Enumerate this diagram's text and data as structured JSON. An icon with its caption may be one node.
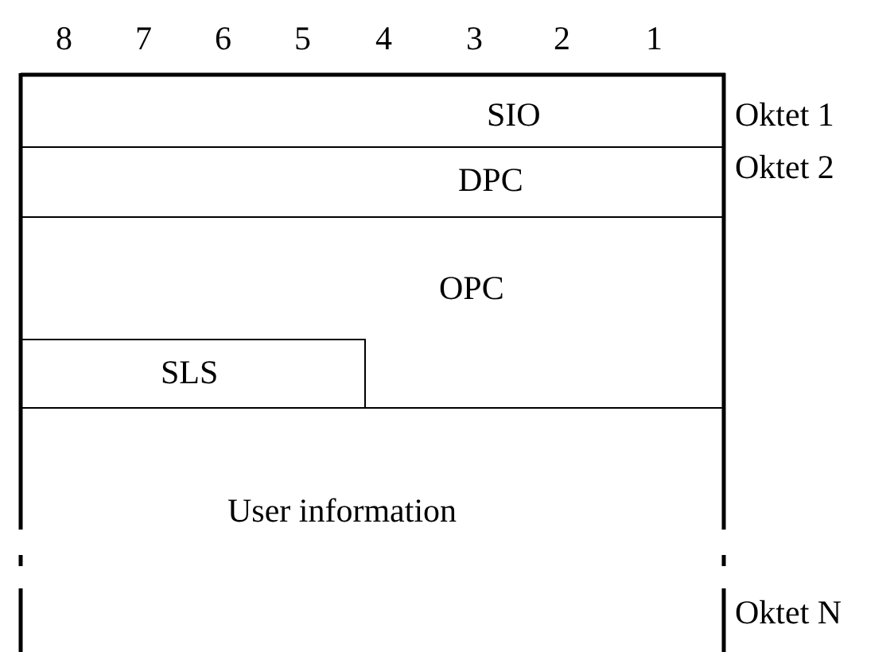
{
  "diagram": {
    "nodes": [
      {
        "text": [
          "SIO"
        ]
      },
      {
        "text": [
          "DPC"
        ]
      },
      {
        "text": [
          "OPC"
        ]
      },
      {
        "text": [
          "SLS"
        ],
        "in": 2
      },
      {
        "text": [
          "User information"
        ]
      }
    ],
    "labels": [
      "8",
      "7",
      "6",
      "5",
      "4",
      "3",
      "2",
      "1",
      "Oktet 1",
      "Oktet 2",
      "Oktet N"
    ]
  }
}
